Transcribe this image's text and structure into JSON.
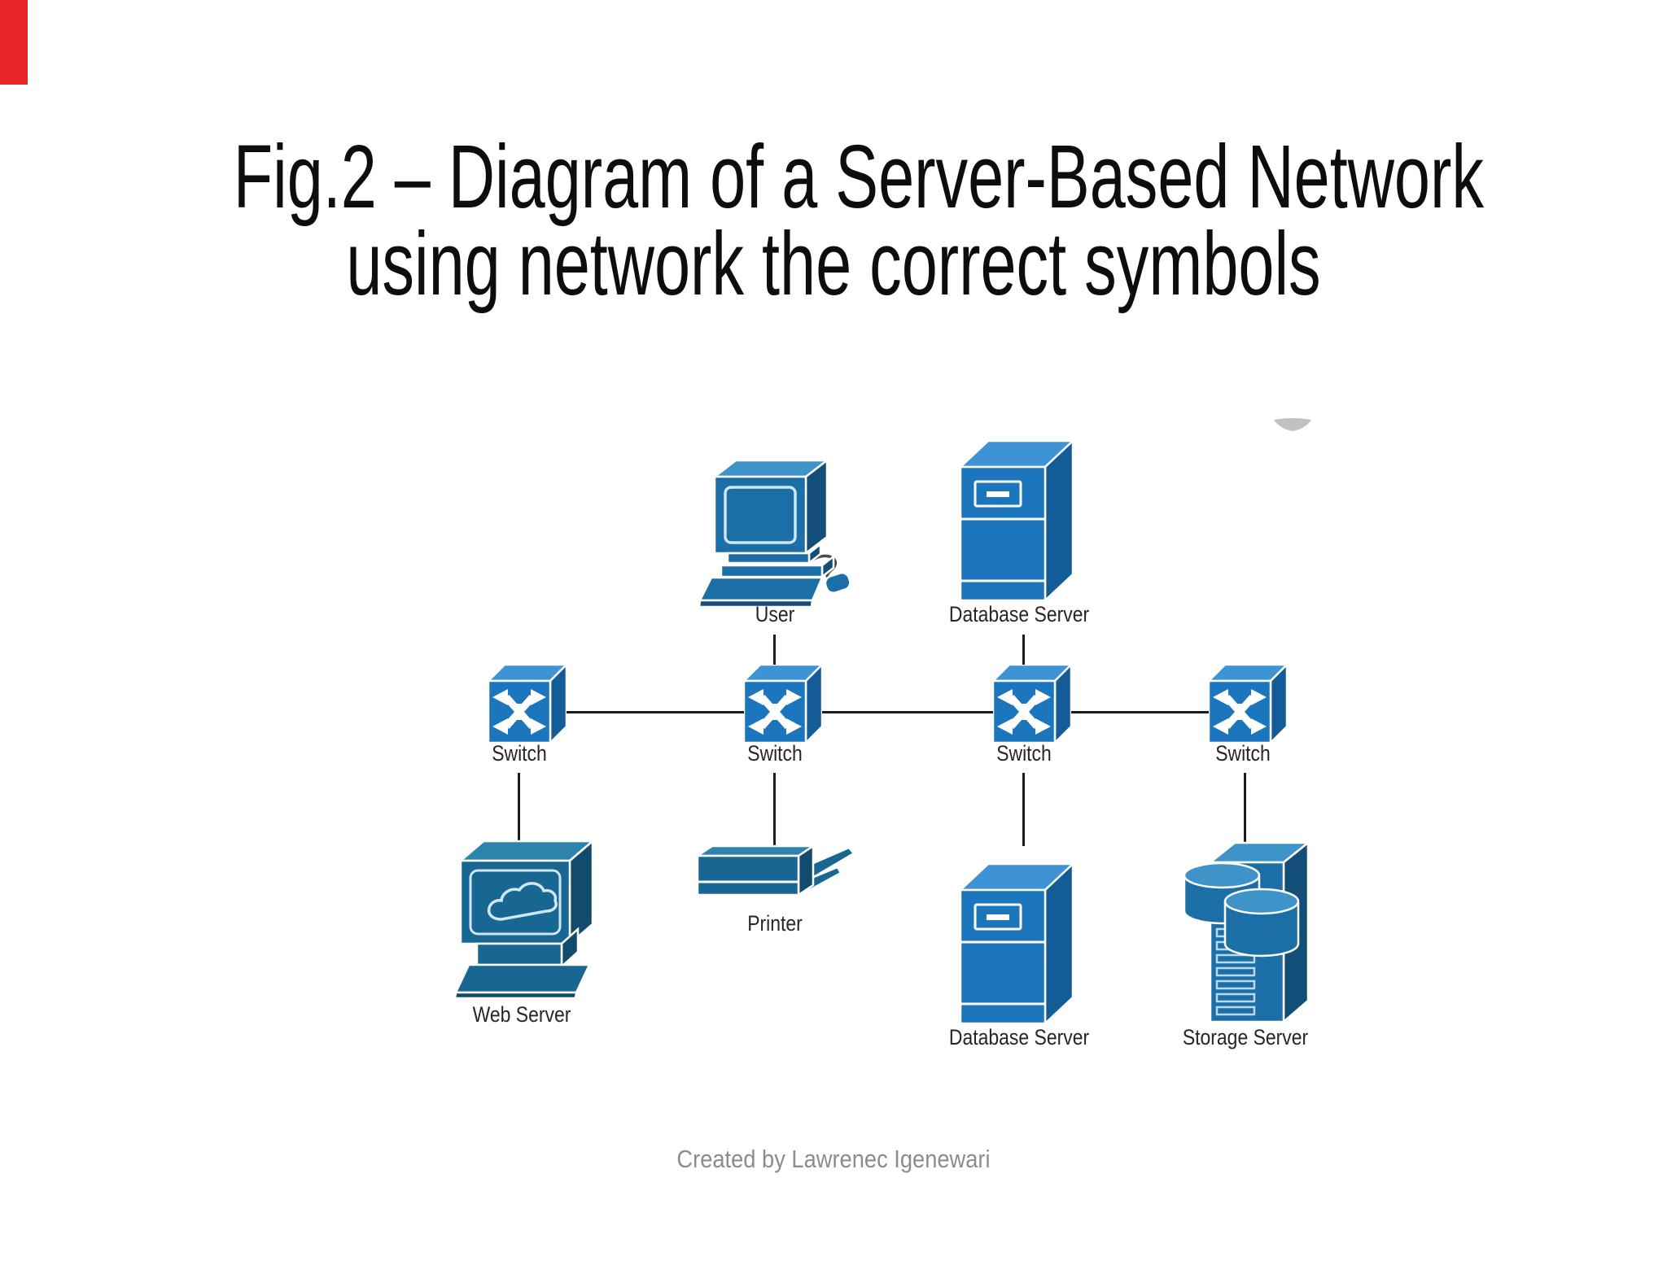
{
  "title": {
    "line1": "Fig.2 – Diagram of a Server-Based Network",
    "line2": "using network the correct symbols"
  },
  "footer": {
    "credit": "Created by Lawrenec Igenewari"
  },
  "nodes": {
    "user": {
      "label": "User"
    },
    "database_server_top": {
      "label": "Database Server"
    },
    "switch_1": {
      "label": "Switch"
    },
    "switch_2": {
      "label": "Switch"
    },
    "switch_3": {
      "label": "Switch"
    },
    "switch_4": {
      "label": "Switch"
    },
    "web_server": {
      "label": "Web Server"
    },
    "printer": {
      "label": "Printer"
    },
    "database_server_bottom": {
      "label": "Database Server"
    },
    "storage_server": {
      "label": "Storage Server"
    }
  },
  "colors": {
    "icon_blue_front": "#1C76BD",
    "icon_blue_top": "#3E93D4",
    "icon_blue_side": "#135C97",
    "icon_steel_front": "#186793",
    "icon_steel_top": "#2D83AC",
    "icon_steel_side": "#114B6D",
    "icon_mid_front": "#1C6FA6",
    "icon_mid_top": "#3E93C9",
    "icon_mid_side": "#124E77",
    "connector": "#1C1C1C",
    "label_text": "#262626",
    "title_text": "#0D0D0D",
    "footer_text": "#8C8C8C",
    "marker_red": "#E52528",
    "swoosh_gray": "#C1C1C1"
  }
}
